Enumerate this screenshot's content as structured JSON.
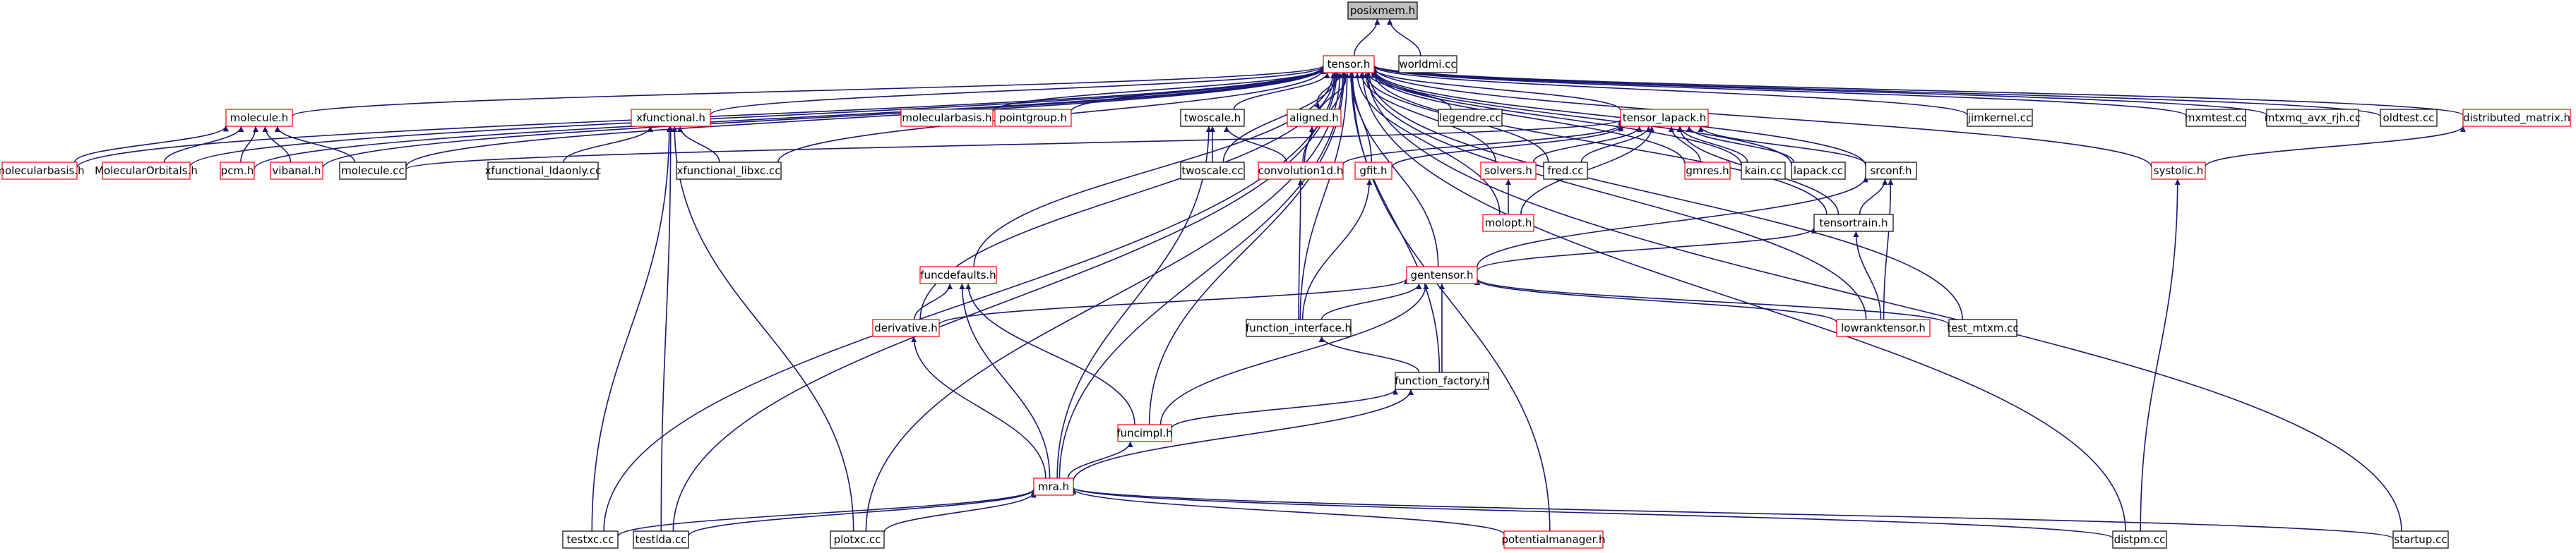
{
  "colors": {
    "edge": "#191970",
    "node_border_black": "#000000",
    "node_border_red": "#ff0000",
    "node_fill": "#ffffff",
    "root_fill": "#bfbfbf",
    "text": "#000000"
  },
  "nodes": [
    {
      "id": "posixmem",
      "label": "posixmem.h",
      "kind": "root"
    },
    {
      "id": "tensor",
      "label": "tensor.h",
      "kind": "red"
    },
    {
      "id": "worldmi",
      "label": "worldmi.cc",
      "kind": "black"
    },
    {
      "id": "molecule_h",
      "label": "molecule.h",
      "kind": "red"
    },
    {
      "id": "xfunctional_h",
      "label": "xfunctional.h",
      "kind": "red"
    },
    {
      "id": "molecularbasis_mid",
      "label": "molecularbasis.h",
      "kind": "red"
    },
    {
      "id": "pointgroup",
      "label": "pointgroup.h",
      "kind": "red"
    },
    {
      "id": "twoscale_h",
      "label": "twoscale.h",
      "kind": "black"
    },
    {
      "id": "aligned",
      "label": "aligned.h",
      "kind": "red"
    },
    {
      "id": "legendre",
      "label": "legendre.cc",
      "kind": "black"
    },
    {
      "id": "tensor_lapack",
      "label": "tensor_lapack.h",
      "kind": "red"
    },
    {
      "id": "jimkernel",
      "label": "jimkernel.cc",
      "kind": "black"
    },
    {
      "id": "mxmtest",
      "label": "mxmtest.cc",
      "kind": "black"
    },
    {
      "id": "mtxmq",
      "label": "mtxmq_avx_rjh.cc",
      "kind": "black"
    },
    {
      "id": "oldtest",
      "label": "oldtest.cc",
      "kind": "black"
    },
    {
      "id": "distributed_matrix",
      "label": "distributed_matrix.h",
      "kind": "red"
    },
    {
      "id": "molecularbasis_left",
      "label": "molecularbasis.h",
      "kind": "red"
    },
    {
      "id": "molecularorbitals",
      "label": "MolecularOrbitals.h",
      "kind": "red"
    },
    {
      "id": "pcm",
      "label": "pcm.h",
      "kind": "red"
    },
    {
      "id": "vibanal",
      "label": "vibanal.h",
      "kind": "red"
    },
    {
      "id": "molecule_cc",
      "label": "molecule.cc",
      "kind": "black"
    },
    {
      "id": "xfunctional_ldaonly",
      "label": "xfunctional_ldaonly.cc",
      "kind": "black"
    },
    {
      "id": "xfunctional_libxc",
      "label": "xfunctional_libxc.cc",
      "kind": "black"
    },
    {
      "id": "twoscale_cc",
      "label": "twoscale.cc",
      "kind": "black"
    },
    {
      "id": "convolution1d",
      "label": "convolution1d.h",
      "kind": "red"
    },
    {
      "id": "gfit",
      "label": "gfit.h",
      "kind": "red"
    },
    {
      "id": "solvers",
      "label": "solvers.h",
      "kind": "red"
    },
    {
      "id": "fred",
      "label": "fred.cc",
      "kind": "black"
    },
    {
      "id": "gmres",
      "label": "gmres.h",
      "kind": "red"
    },
    {
      "id": "kain",
      "label": "kain.cc",
      "kind": "black"
    },
    {
      "id": "lapack_cc",
      "label": "lapack.cc",
      "kind": "black"
    },
    {
      "id": "srconf",
      "label": "srconf.h",
      "kind": "black"
    },
    {
      "id": "systolic",
      "label": "systolic.h",
      "kind": "red"
    },
    {
      "id": "molopt",
      "label": "molopt.h",
      "kind": "red"
    },
    {
      "id": "tensortrain",
      "label": "tensortrain.h",
      "kind": "black"
    },
    {
      "id": "funcdefaults",
      "label": "funcdefaults.h",
      "kind": "red"
    },
    {
      "id": "gentensor",
      "label": "gentensor.h",
      "kind": "red"
    },
    {
      "id": "derivative",
      "label": "derivative.h",
      "kind": "red"
    },
    {
      "id": "function_interface",
      "label": "function_interface.h",
      "kind": "black"
    },
    {
      "id": "lowranktensor",
      "label": "lowranktensor.h",
      "kind": "red"
    },
    {
      "id": "test_mtxm",
      "label": "test_mtxm.cc",
      "kind": "black"
    },
    {
      "id": "function_factory",
      "label": "function_factory.h",
      "kind": "black"
    },
    {
      "id": "funcimpl",
      "label": "funcimpl.h",
      "kind": "red"
    },
    {
      "id": "mra",
      "label": "mra.h",
      "kind": "red"
    },
    {
      "id": "testxc",
      "label": "testxc.cc",
      "kind": "black"
    },
    {
      "id": "testlda",
      "label": "testlda.cc",
      "kind": "black"
    },
    {
      "id": "plotxc",
      "label": "plotxc.cc",
      "kind": "black"
    },
    {
      "id": "potentialmanager",
      "label": "potentialmanager.h",
      "kind": "red"
    },
    {
      "id": "distpm",
      "label": "distpm.cc",
      "kind": "black"
    },
    {
      "id": "startup",
      "label": "startup.cc",
      "kind": "black"
    }
  ],
  "edges": [
    [
      "tensor",
      "posixmem"
    ],
    [
      "worldmi",
      "posixmem"
    ],
    [
      "molecule_h",
      "tensor"
    ],
    [
      "xfunctional_h",
      "tensor"
    ],
    [
      "molecularbasis_mid",
      "tensor"
    ],
    [
      "pointgroup",
      "tensor"
    ],
    [
      "twoscale_h",
      "tensor"
    ],
    [
      "aligned",
      "tensor"
    ],
    [
      "legendre",
      "tensor"
    ],
    [
      "tensor_lapack",
      "tensor"
    ],
    [
      "jimkernel",
      "tensor"
    ],
    [
      "mxmtest",
      "tensor"
    ],
    [
      "mtxmq",
      "tensor"
    ],
    [
      "oldtest",
      "tensor"
    ],
    [
      "distributed_matrix",
      "tensor"
    ],
    [
      "molecularbasis_left",
      "tensor"
    ],
    [
      "molecularorbitals",
      "tensor"
    ],
    [
      "pcm",
      "tensor"
    ],
    [
      "vibanal",
      "tensor"
    ],
    [
      "molecule_cc",
      "tensor"
    ],
    [
      "xfunctional_libxc",
      "tensor"
    ],
    [
      "twoscale_cc",
      "tensor"
    ],
    [
      "convolution1d",
      "tensor"
    ],
    [
      "gfit",
      "tensor"
    ],
    [
      "solvers",
      "tensor"
    ],
    [
      "fred",
      "tensor"
    ],
    [
      "gmres",
      "tensor"
    ],
    [
      "kain",
      "tensor"
    ],
    [
      "lapack_cc",
      "tensor"
    ],
    [
      "srconf",
      "tensor"
    ],
    [
      "systolic",
      "tensor"
    ],
    [
      "molopt",
      "tensor"
    ],
    [
      "tensortrain",
      "tensor"
    ],
    [
      "funcdefaults",
      "tensor"
    ],
    [
      "gentensor",
      "tensor"
    ],
    [
      "derivative",
      "tensor"
    ],
    [
      "function_interface",
      "tensor"
    ],
    [
      "lowranktensor",
      "tensor"
    ],
    [
      "test_mtxm",
      "tensor"
    ],
    [
      "function_factory",
      "tensor"
    ],
    [
      "funcimpl",
      "tensor"
    ],
    [
      "mra",
      "tensor"
    ],
    [
      "testxc",
      "tensor"
    ],
    [
      "testlda",
      "tensor"
    ],
    [
      "plotxc",
      "tensor"
    ],
    [
      "potentialmanager",
      "tensor"
    ],
    [
      "distpm",
      "tensor"
    ],
    [
      "startup",
      "tensor"
    ],
    [
      "molecularbasis_left",
      "molecule_h"
    ],
    [
      "molecularorbitals",
      "molecule_h"
    ],
    [
      "pcm",
      "molecule_h"
    ],
    [
      "vibanal",
      "molecule_h"
    ],
    [
      "molecule_cc",
      "molecule_h"
    ],
    [
      "xfunctional_ldaonly",
      "xfunctional_h"
    ],
    [
      "xfunctional_libxc",
      "xfunctional_h"
    ],
    [
      "testxc",
      "xfunctional_h"
    ],
    [
      "testlda",
      "xfunctional_h"
    ],
    [
      "plotxc",
      "xfunctional_h"
    ],
    [
      "twoscale_cc",
      "twoscale_h"
    ],
    [
      "convolution1d",
      "twoscale_h"
    ],
    [
      "mra",
      "twoscale_h"
    ],
    [
      "convolution1d",
      "aligned"
    ],
    [
      "tensor",
      "aligned"
    ],
    [
      "molecule_cc",
      "tensor_lapack"
    ],
    [
      "convolution1d",
      "tensor_lapack"
    ],
    [
      "gfit",
      "tensor_lapack"
    ],
    [
      "solvers",
      "tensor_lapack"
    ],
    [
      "fred",
      "tensor_lapack"
    ],
    [
      "gmres",
      "tensor_lapack"
    ],
    [
      "kain",
      "tensor_lapack"
    ],
    [
      "lapack_cc",
      "tensor_lapack"
    ],
    [
      "srconf",
      "tensor_lapack"
    ],
    [
      "molopt",
      "tensor_lapack"
    ],
    [
      "tensortrain",
      "tensor_lapack"
    ],
    [
      "molopt",
      "solvers"
    ],
    [
      "systolic",
      "distributed_matrix"
    ],
    [
      "distpm",
      "systolic"
    ],
    [
      "tensortrain",
      "srconf"
    ],
    [
      "gentensor",
      "srconf"
    ],
    [
      "lowranktensor",
      "srconf"
    ],
    [
      "gentensor",
      "tensortrain"
    ],
    [
      "lowranktensor",
      "tensortrain"
    ],
    [
      "function_interface",
      "convolution1d"
    ],
    [
      "function_interface",
      "gfit"
    ],
    [
      "derivative",
      "funcdefaults"
    ],
    [
      "mra",
      "funcdefaults"
    ],
    [
      "funcimpl",
      "funcdefaults"
    ],
    [
      "derivative",
      "gentensor"
    ],
    [
      "function_interface",
      "gentensor"
    ],
    [
      "lowranktensor",
      "gentensor"
    ],
    [
      "test_mtxm",
      "gentensor"
    ],
    [
      "function_factory",
      "gentensor"
    ],
    [
      "funcimpl",
      "gentensor"
    ],
    [
      "mra",
      "derivative"
    ],
    [
      "function_factory",
      "function_interface"
    ],
    [
      "funcimpl",
      "function_factory"
    ],
    [
      "mra",
      "function_factory"
    ],
    [
      "mra",
      "funcimpl"
    ],
    [
      "testxc",
      "mra"
    ],
    [
      "testlda",
      "mra"
    ],
    [
      "plotxc",
      "mra"
    ],
    [
      "potentialmanager",
      "mra"
    ],
    [
      "distpm",
      "mra"
    ],
    [
      "startup",
      "mra"
    ]
  ]
}
